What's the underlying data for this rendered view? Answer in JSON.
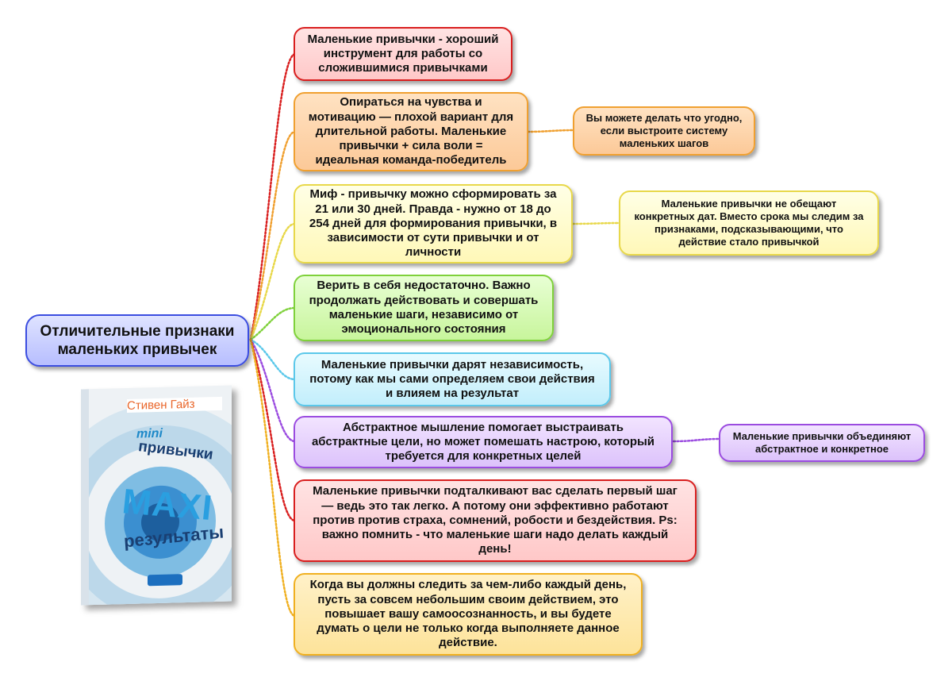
{
  "central": {
    "line1": "Отличительные признаки",
    "line2": "маленьких привычек"
  },
  "branches": [
    {
      "id": "b1",
      "lines": [
        "Маленькие привычки - хороший",
        "инструмент для работы со",
        "сложившимися привычками"
      ]
    },
    {
      "id": "b2",
      "lines": [
        "Опираться на чувства и",
        "мотивацию — плохой вариант для",
        "длительной работы. Маленькие",
        "привычки + сила воли =",
        "идеальная команда-победитель"
      ]
    },
    {
      "id": "b3",
      "lines": [
        "Миф - привычку можно сформировать за",
        "21 или 30 дней. Правда - нужно от 18 до",
        "254 дней для формирования привычки, в",
        "зависимости от сути привычки и от",
        "личности"
      ]
    },
    {
      "id": "b4",
      "lines": [
        "Верить в себя недостаточно. Важно",
        "продолжать действовать и совершать",
        "маленькие шаги, независимо от",
        "эмоционального состояния"
      ]
    },
    {
      "id": "b5",
      "lines": [
        "Маленькие привычки дарят независимость,",
        "потому как мы сами определяем свои действия",
        "и влияем на результат"
      ]
    },
    {
      "id": "b6",
      "lines": [
        "Абстрактное мышление помогает выстраивать",
        "абстрактные цели, но может помешать настрою, который",
        "требуется для конкретных целей"
      ]
    },
    {
      "id": "b7",
      "lines": [
        "Маленькие привычки подталкивают вас сделать первый шаг",
        "— ведь это так легко. А потому они эффективно работают",
        "против против страха, сомнений, робости и бездействия. Ps:",
        "важно помнить - что маленькие шаги надо делать каждый",
        "день!"
      ]
    },
    {
      "id": "b8",
      "lines": [
        "Когда вы должны следить за чем-либо каждый день,",
        "пусть за совсем небольшим своим действием, это",
        "повышает вашу самоосознанность, и вы будете",
        "думать о цели не только когда выполняете данное",
        "действие."
      ]
    }
  ],
  "subnodes": [
    {
      "id": "s2",
      "lines": [
        "Вы можете делать что угодно,",
        "если выстроите систему",
        "маленьких шагов"
      ]
    },
    {
      "id": "s3",
      "lines": [
        "Маленькие привычки не обещают",
        "конкретных дат. Вместо срока мы следим за",
        "признаками, подсказывающими, что",
        "действие стало привычкой"
      ]
    },
    {
      "id": "s6",
      "lines": [
        "Маленькие привычки объединяют",
        "абстрактное и конкретное"
      ]
    }
  ],
  "book": {
    "author": "Стивен Гайз",
    "mini": "mini",
    "word1": "привычки",
    "maxi": "MAXI",
    "word2": "результаты"
  },
  "colors": {
    "central": "#3b4de0",
    "red": "#d91f1f",
    "orange": "#f0a030",
    "yellow": "#e8d84a",
    "green": "#7fd13b",
    "cyan": "#5bc8ea",
    "purple": "#9b4ce0",
    "gold": "#f0b020"
  }
}
